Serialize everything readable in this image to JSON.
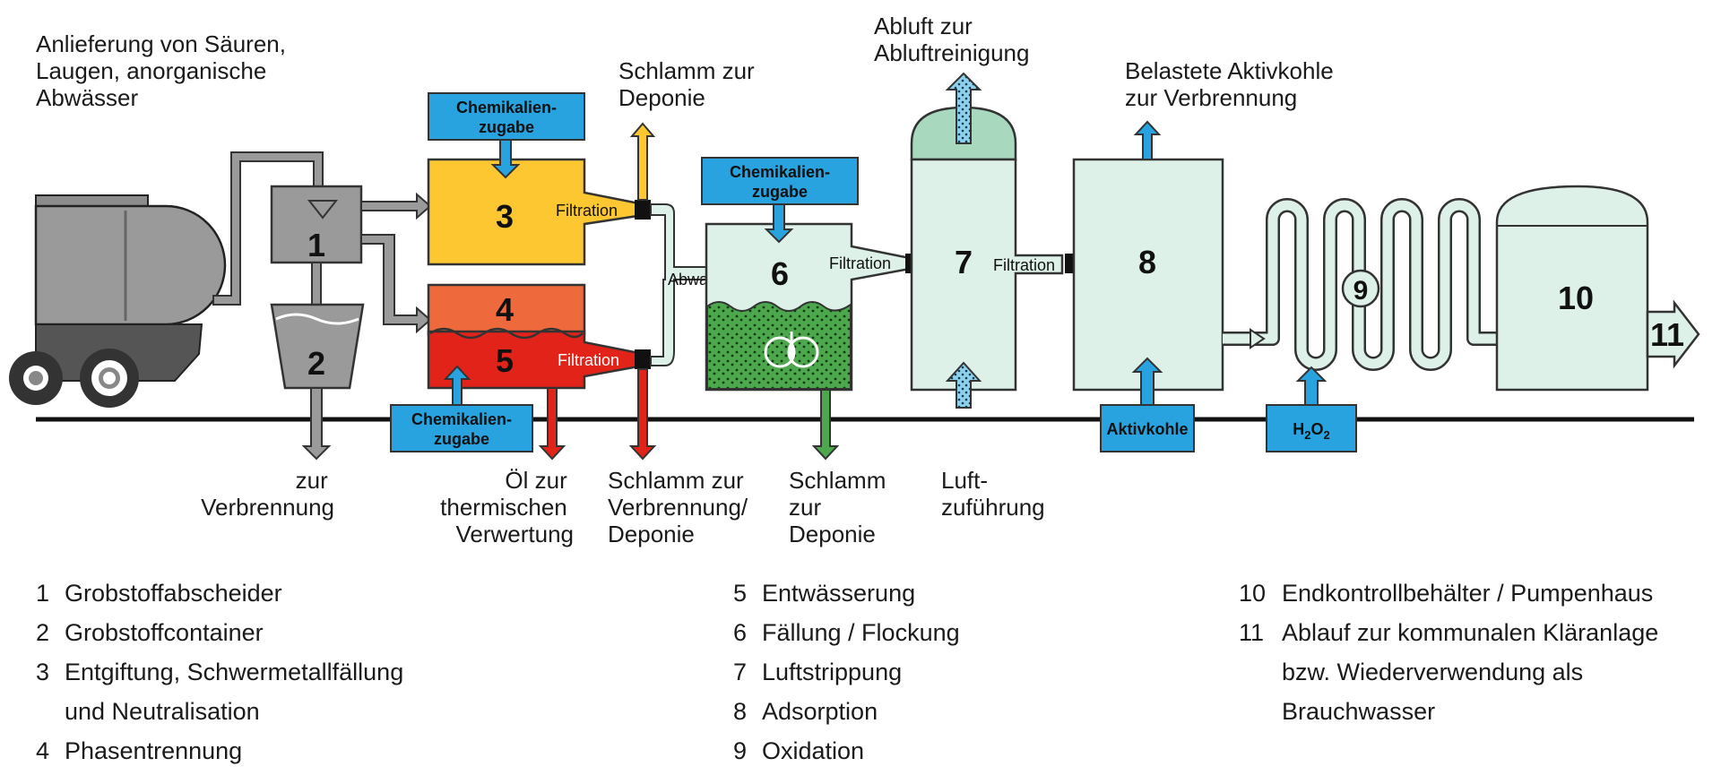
{
  "labels": {
    "delivery": [
      "Anlieferung von Säuren,",
      "Laugen, anorganische",
      "Abwässer"
    ],
    "sludge_landfill_top": [
      "Schlamm zur",
      "Deponie"
    ],
    "exhaust": [
      "Abluft zur",
      "Abluftreinigung"
    ],
    "carbon_burn": [
      "Belastete Aktivkohle",
      "zur Verbrennung"
    ],
    "to_incineration": [
      "zur",
      "Verbrennung"
    ],
    "oil": [
      "Öl zur",
      "thermischen",
      "Verwertung"
    ],
    "sludge_burn": [
      "Schlamm zur",
      "Verbrennung/",
      "Deponie"
    ],
    "sludge_landfill_bottom": [
      "Schlamm",
      "zur",
      "Deponie"
    ],
    "air_supply": [
      "Luft-",
      "zuführung"
    ],
    "chem1": [
      "Chemikalien-",
      "zugabe"
    ],
    "chem2": [
      "Chemikalien-",
      "zugabe"
    ],
    "chem3": [
      "Chemikalien-",
      "zugabe"
    ],
    "filtration": "Filtration",
    "abwasser": "Abwasser",
    "aktivkohle": "Aktivkohle",
    "h2o2": "H2O2"
  },
  "stages": {
    "s1": "1",
    "s2": "2",
    "s3": "3",
    "s4": "4",
    "s5": "5",
    "s6": "6",
    "s7": "7",
    "s8": "8",
    "s9": "9",
    "s10": "10",
    "s11": "11"
  },
  "legend": {
    "col1": [
      {
        "n": "1",
        "text": "Grobstoffabscheider"
      },
      {
        "n": "2",
        "text": "Grobstoffcontainer"
      },
      {
        "n": "3",
        "text": "Entgiftung, Schwermetallfällung"
      },
      {
        "n": "",
        "text": "und Neutralisation"
      },
      {
        "n": "4",
        "text": "Phasentrennung"
      }
    ],
    "col2": [
      {
        "n": "5",
        "text": "Entwässerung"
      },
      {
        "n": "6",
        "text": "Fällung / Flockung"
      },
      {
        "n": "7",
        "text": "Luftstrippung"
      },
      {
        "n": "8",
        "text": "Adsorption"
      },
      {
        "n": "9",
        "text": "Oxidation"
      }
    ],
    "col3": [
      {
        "n": "10",
        "text": "Endkontrollbehälter / Pumpenhaus"
      },
      {
        "n": "11",
        "text": "Ablauf zur kommunalen Kläranlage"
      },
      {
        "n": "",
        "text": "bzw. Wiederverwendung als"
      },
      {
        "n": "",
        "text": "Brauchwasser"
      }
    ]
  },
  "colors": {
    "grey": "#9a9a9a",
    "yellow": "#fcc731",
    "orange": "#ee6a3c",
    "red": "#e2231a",
    "blue": "#29a3df",
    "pale": "#ddf1e8",
    "green": "#4da74d",
    "dome": "#a8d8bd"
  }
}
